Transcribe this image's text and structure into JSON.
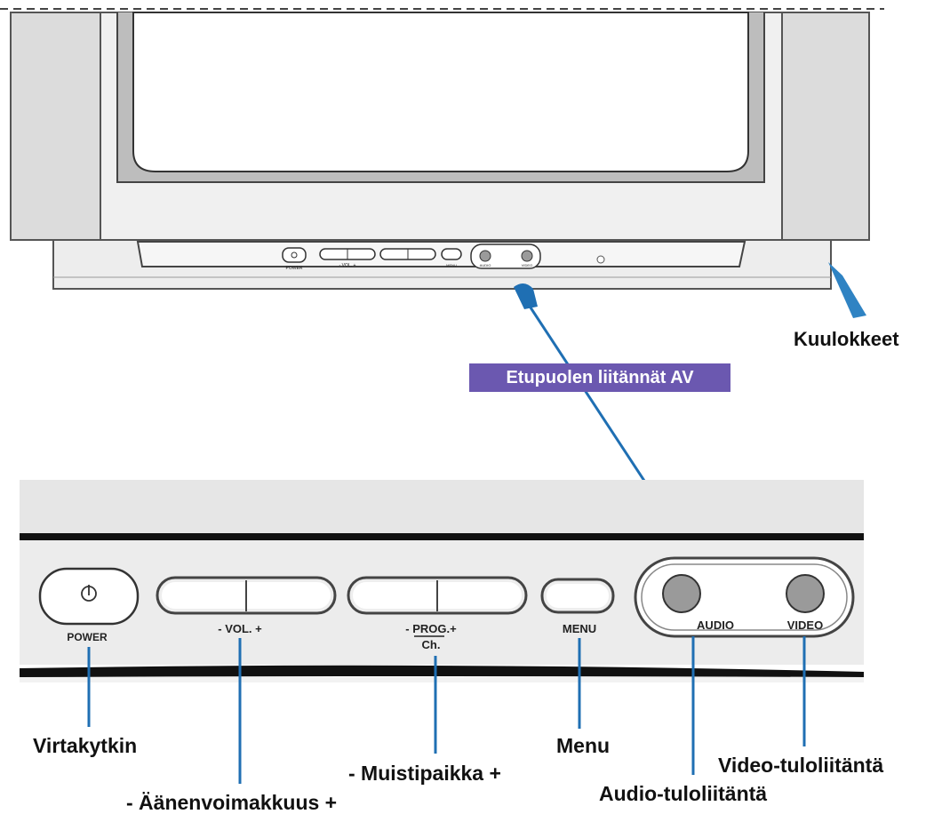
{
  "tv_panel": {
    "power_small": "POWER",
    "vol_small": "- VOL. +",
    "menu_small": "MENU",
    "audio_small": "AUDIO",
    "video_small": "VIDEO"
  },
  "detail_panel": {
    "power_label": "POWER",
    "vol_label": "- VOL. +",
    "prog_label": "- PROG.+",
    "ch_label": "Ch.",
    "menu_label": "MENU",
    "audio_label": "AUDIO",
    "video_label": "VIDEO"
  },
  "callouts": {
    "headphones": "Kuulokkeet",
    "front_av": "Etupuolen liitännät AV",
    "power_switch": "Virtakytkin",
    "volume": "- Äänenvoimakkuus +",
    "program": "- Muistipaikka +",
    "menu": "Menu",
    "video_in": "Video-tuloliitäntä",
    "audio_in": "Audio-tuloliitäntä"
  },
  "colors": {
    "callout_line": "#1f6fb3",
    "banner_bg": "#6b58b0",
    "panel_grey": "#e6e6e6"
  }
}
